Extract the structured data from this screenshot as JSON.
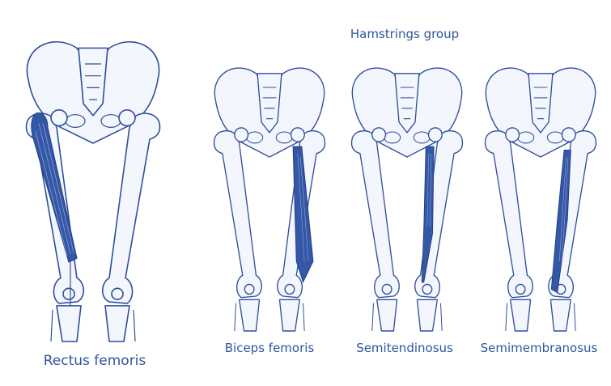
{
  "group_title": "Hamstrings group",
  "figures": [
    {
      "label": "Rectus femoris"
    },
    {
      "label": "Biceps femoris"
    },
    {
      "label": "Semitendinosus"
    },
    {
      "label": "Semimembranosus"
    }
  ],
  "colors": {
    "text": "#2f55a0",
    "outline": "#2f4f9c",
    "muscle": "#3457a6",
    "bone_fill": "#f3f6fc"
  }
}
